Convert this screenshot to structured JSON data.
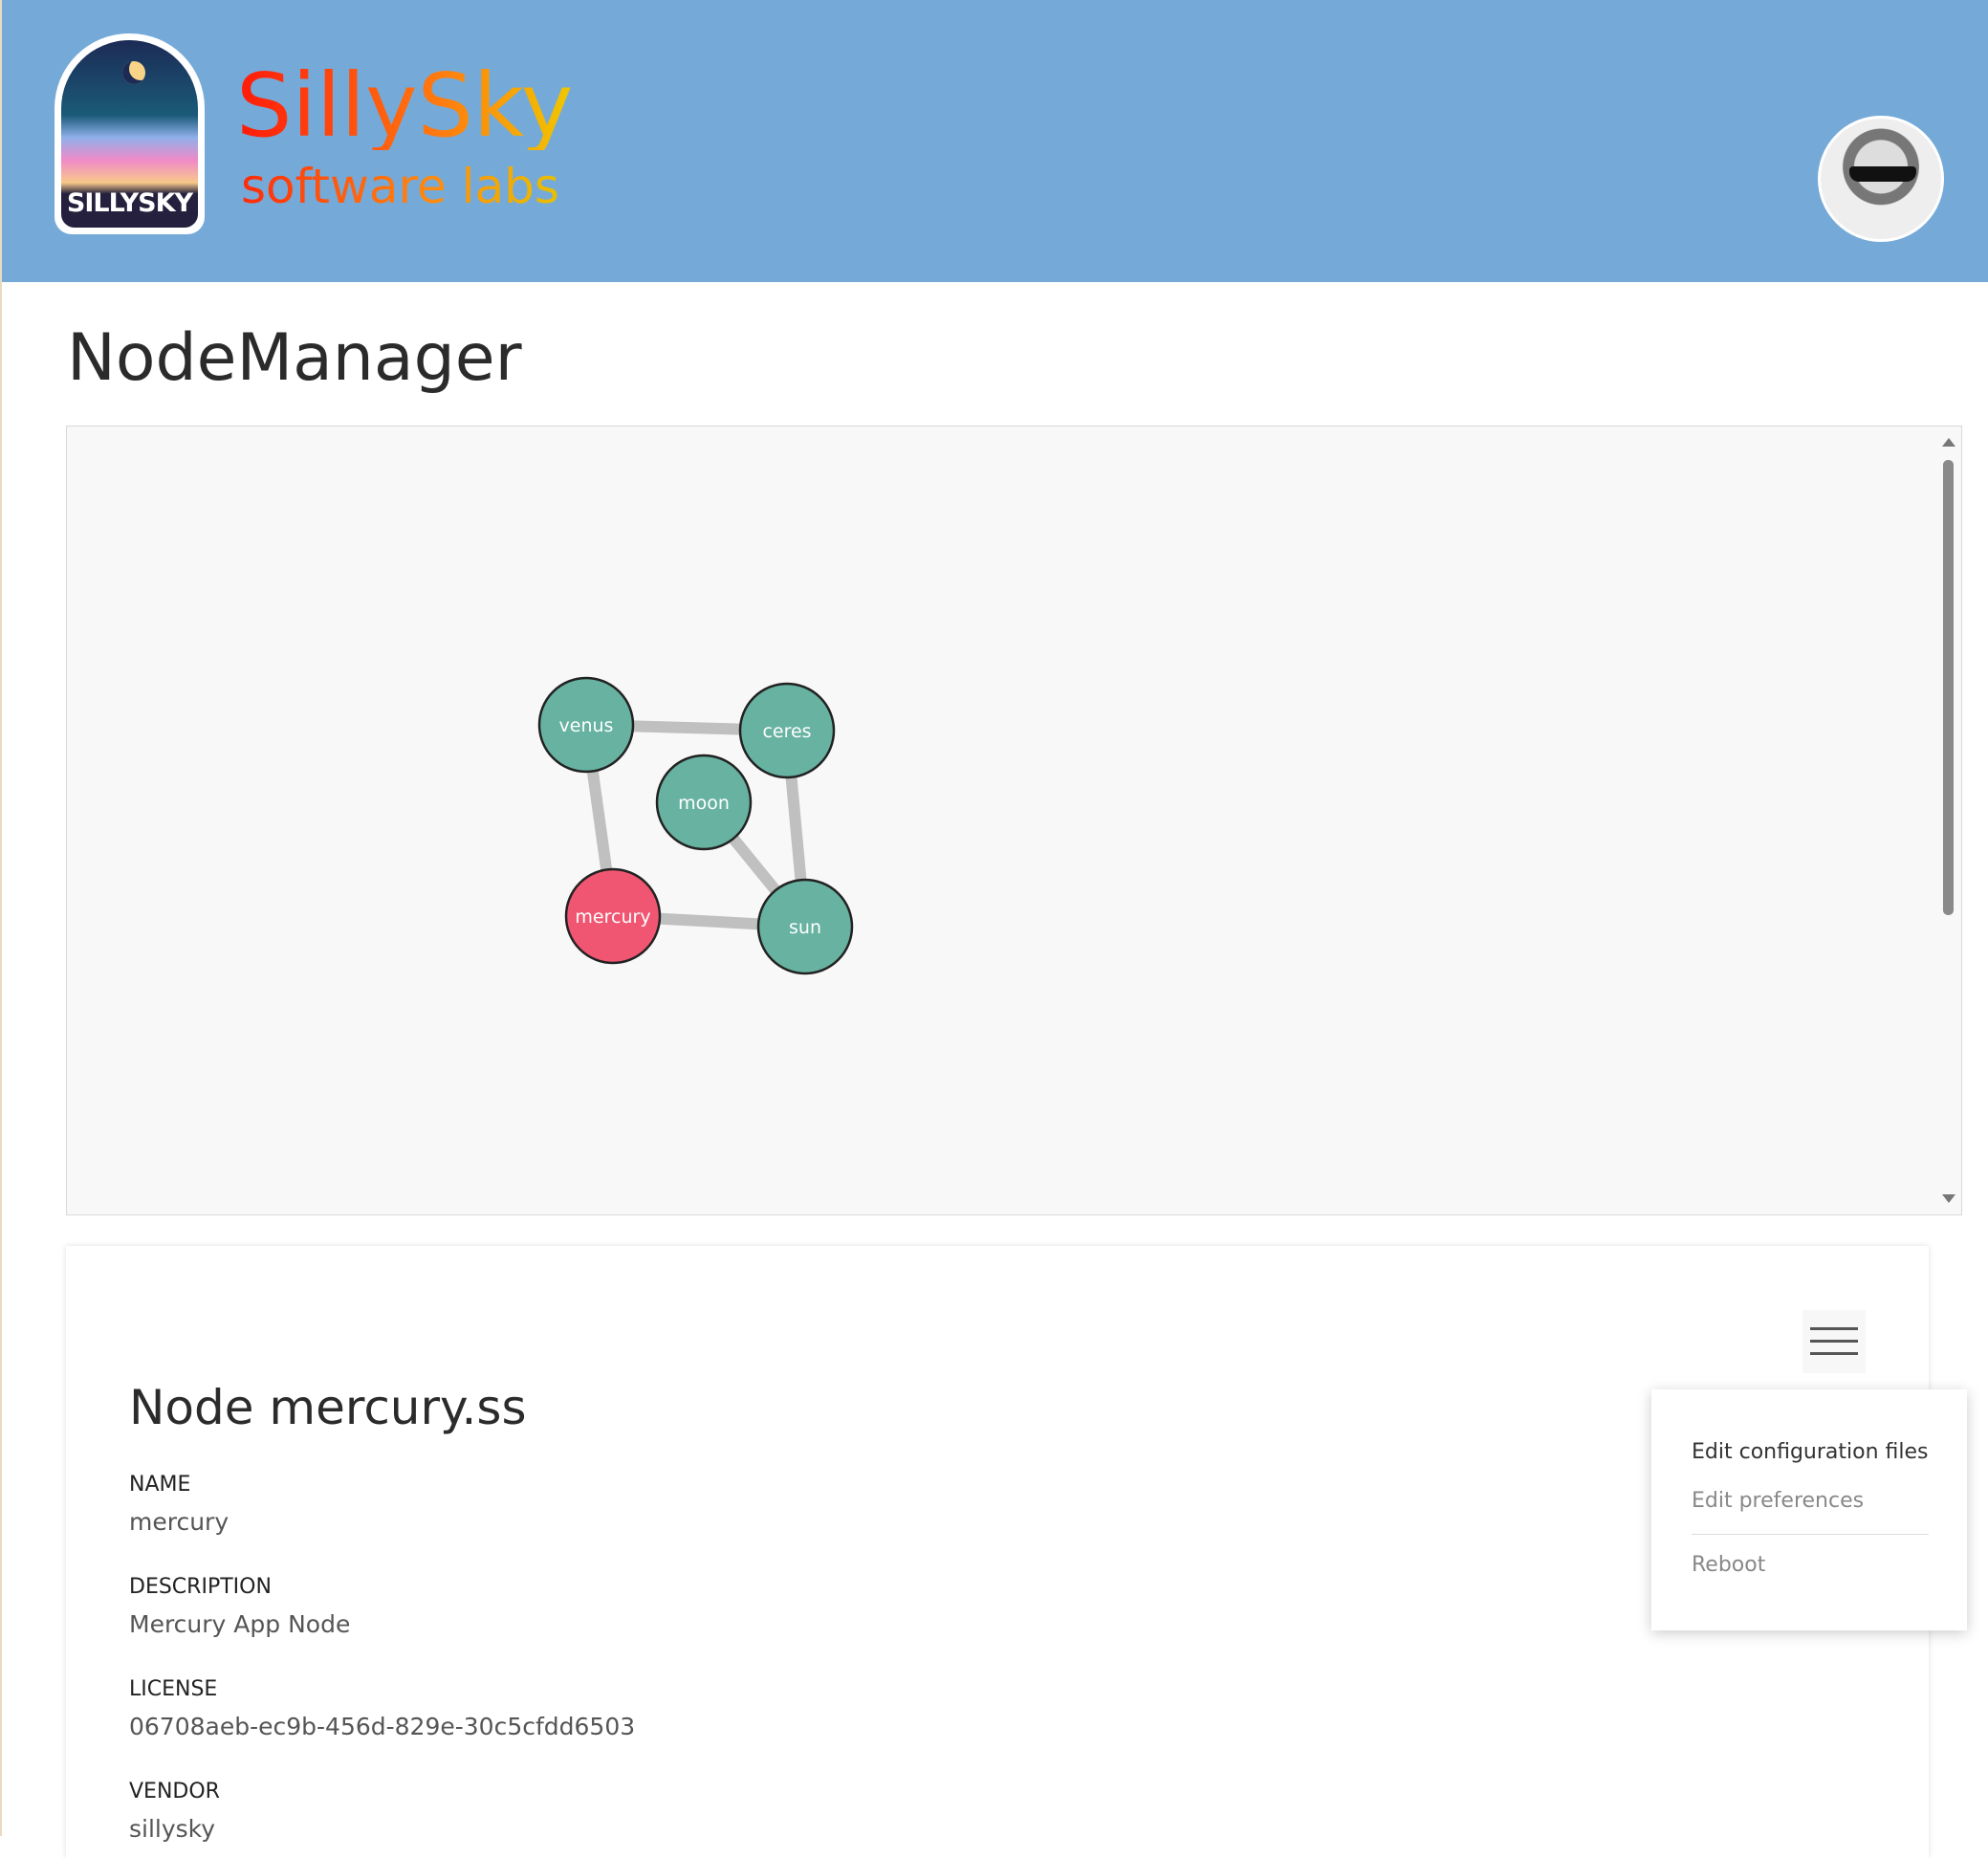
{
  "header": {
    "brand": "SillySky",
    "brand_sub": "software labs",
    "logo_text": "SILLYSKY"
  },
  "page_title": "NodeManager",
  "graph": {
    "nodes": [
      {
        "id": "venus",
        "status": "ok"
      },
      {
        "id": "ceres",
        "status": "ok"
      },
      {
        "id": "moon",
        "status": "ok"
      },
      {
        "id": "mercury",
        "status": "selected"
      },
      {
        "id": "sun",
        "status": "ok"
      }
    ],
    "edges": [
      [
        "venus",
        "ceres"
      ],
      [
        "venus",
        "mercury"
      ],
      [
        "ceres",
        "sun"
      ],
      [
        "moon",
        "sun"
      ],
      [
        "mercury",
        "sun"
      ]
    ],
    "colors": {
      "ok": "#67b2a1",
      "selected": "#f05671",
      "edge": "#c0c0c0"
    }
  },
  "detail": {
    "heading": "Node mercury.ss",
    "fields": [
      {
        "label": "NAME",
        "value": "mercury"
      },
      {
        "label": "DESCRIPTION",
        "value": "Mercury App Node"
      },
      {
        "label": "LICENSE",
        "value": "06708aeb-ec9b-456d-829e-30c5cfdd6503"
      },
      {
        "label": "VENDOR",
        "value": "sillysky"
      }
    ]
  },
  "menu": {
    "items": [
      "Edit configuration files",
      "Edit preferences",
      "Reboot"
    ]
  }
}
